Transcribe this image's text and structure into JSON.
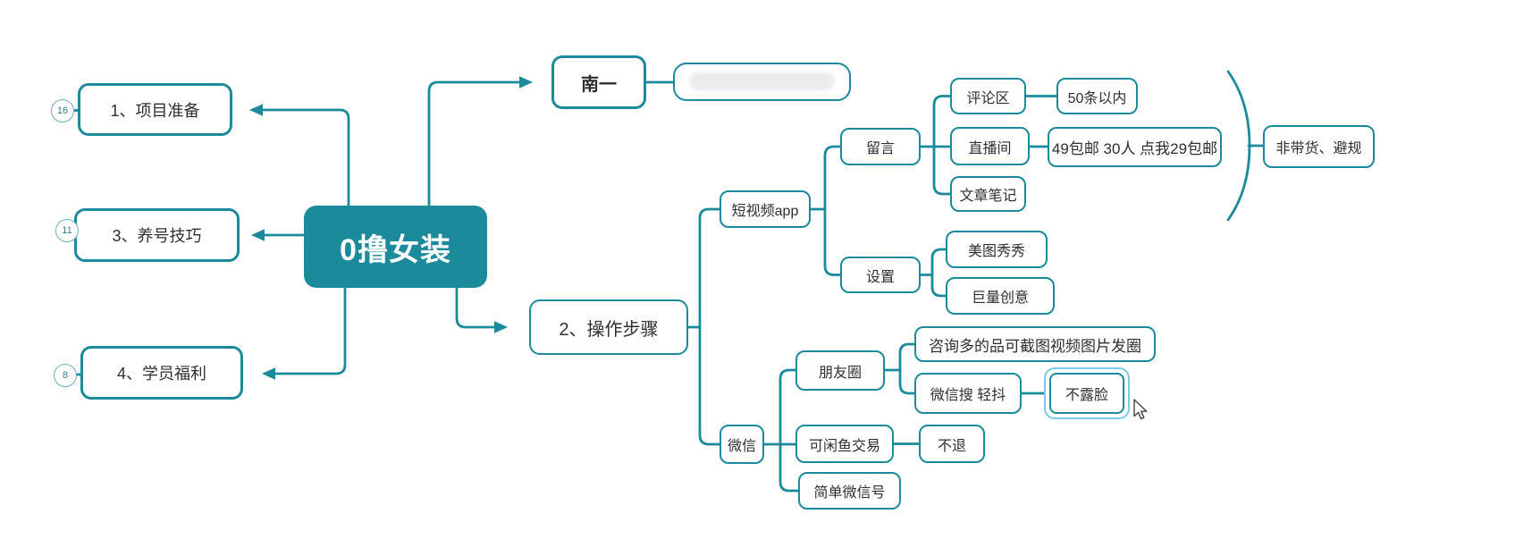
{
  "colors": {
    "accent": "#1b8a9b",
    "selection_ring": "#7dc9ec",
    "node_text": "#2f2f2f",
    "root_text": "#ffffff",
    "redaction_fill": "#ececec"
  },
  "nodes": {
    "root": {
      "label": "0撸女装"
    },
    "project_prep": {
      "badge": "16",
      "label": "1、项目准备"
    },
    "nurture": {
      "badge": "11",
      "label": "3、养号技巧"
    },
    "benefits": {
      "badge": "8",
      "label": "4、学员福利"
    },
    "nanyi": {
      "label": "南一"
    },
    "steps": {
      "label": "2、操作步骤"
    },
    "short_video_app": {
      "label": "短视频app"
    },
    "messages": {
      "label": "留言"
    },
    "comment_area": {
      "label": "评论区"
    },
    "within_50": {
      "label": "50条以内"
    },
    "live_room": {
      "label": "直播间"
    },
    "free_shipping": {
      "label": "49包邮 30人  点我29包邮"
    },
    "article_notes": {
      "label": "文章笔记"
    },
    "settings": {
      "label": "设置"
    },
    "meitu": {
      "label": "美图秀秀"
    },
    "juliang": {
      "label": "巨量创意"
    },
    "side_note": {
      "label": "非带货、避规"
    },
    "wechat": {
      "label": "微信"
    },
    "moments": {
      "label": "朋友圈"
    },
    "consult_tip": {
      "label": "咨询多的品可截图视频图片发圈"
    },
    "wechat_search": {
      "label": "微信搜 轻抖"
    },
    "no_face": {
      "label": "不露脸"
    },
    "xianyu_trade": {
      "label": "可闲鱼交易"
    },
    "no_refund": {
      "label": "不退"
    },
    "simple_wechat_id": {
      "label": "简单微信号"
    }
  }
}
